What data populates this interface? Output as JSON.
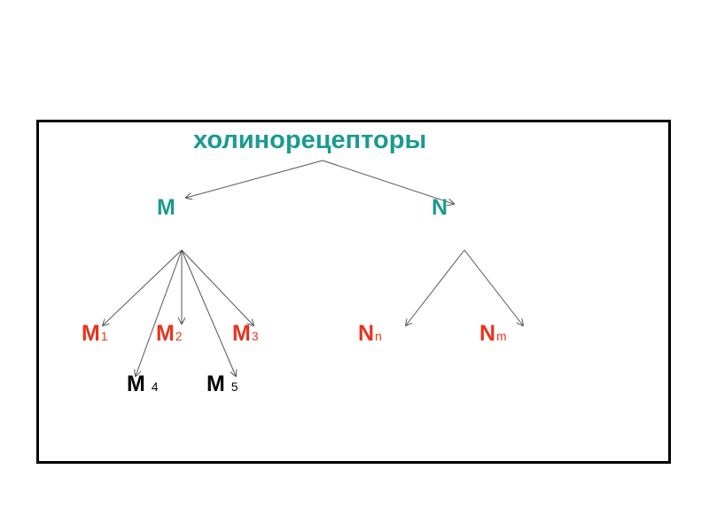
{
  "title": "холинорецепторы",
  "colors": {
    "title": "#1a9a92",
    "subtype": "#e8321e",
    "extra": "#000000",
    "line": "#555555"
  },
  "nodes": {
    "m": {
      "main": "M"
    },
    "n": {
      "main": "N"
    },
    "m1": {
      "main": "M",
      "sub": "1"
    },
    "m2": {
      "main": "M",
      "sub": "2"
    },
    "m3": {
      "main": "M",
      "sub": "3"
    },
    "m4": {
      "main": "M",
      "sub": "4"
    },
    "m5": {
      "main": "M",
      "sub": "5"
    },
    "nn": {
      "main": "N",
      "sub": "n"
    },
    "nm": {
      "main": "N",
      "sub": "m"
    }
  }
}
